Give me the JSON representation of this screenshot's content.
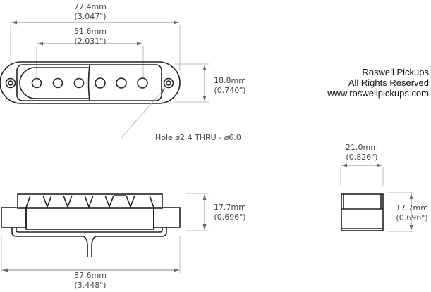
{
  "dimensions": {
    "top_width": {
      "mm": "77.4mm",
      "in": "(3.047\")"
    },
    "pole_spacing": {
      "mm": "51.6mm",
      "in": "(2.031\")"
    },
    "top_height": {
      "mm": "18.8mm",
      "in": "(0.740\")"
    },
    "hole_note": "Hole ø2.4 THRU - ø6.0",
    "side_height": {
      "mm": "17.7mm",
      "in": "(0.696\")"
    },
    "side_width": {
      "mm": "87.6mm",
      "in": "(3.448\")"
    },
    "end_width": {
      "mm": "21.0mm",
      "in": "(0.826\")"
    },
    "end_height": {
      "mm": "17.7mm",
      "in": "(0.696\")"
    }
  },
  "company": {
    "name": "Roswell Pickups",
    "rights": "All Rights Reserved",
    "website": "www.roswellpickups.com"
  }
}
